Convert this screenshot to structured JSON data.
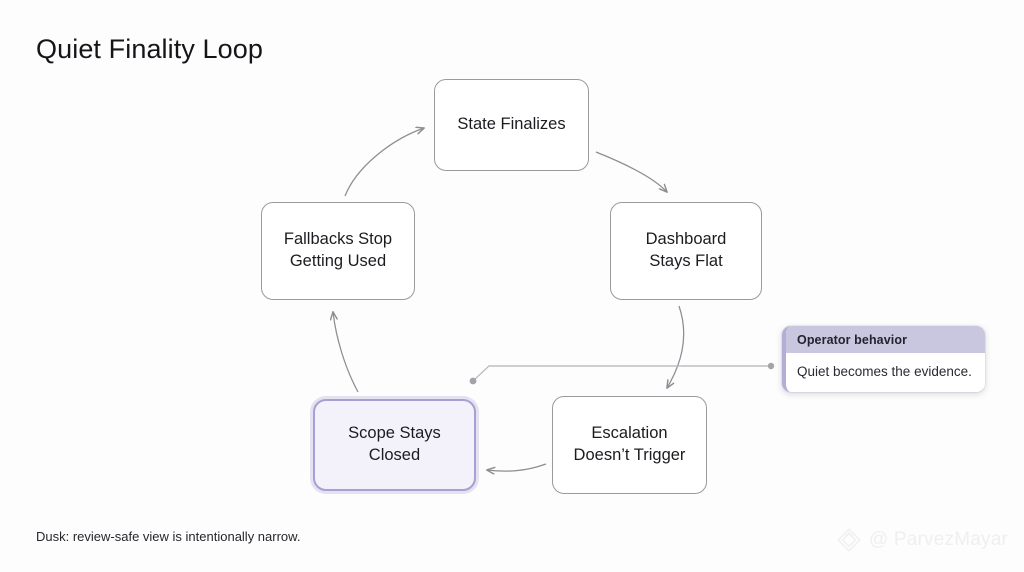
{
  "page": {
    "title": "Quiet Finality Loop",
    "caption": "Dusk: review-safe view is intentionally narrow.",
    "background_color": "#fdfdfd"
  },
  "diagram": {
    "type": "cycle-flow",
    "nodes": [
      {
        "id": "state",
        "label": "State Finalizes",
        "highlighted": false
      },
      {
        "id": "dashboard",
        "label": "Dashboard\nStays Flat",
        "highlighted": false
      },
      {
        "id": "escalation",
        "label": "Escalation\nDoesn’t Trigger",
        "highlighted": false
      },
      {
        "id": "scope",
        "label": "Scope Stays\nClosed",
        "highlighted": true
      },
      {
        "id": "fallbacks",
        "label": "Fallbacks Stop\nGetting Used",
        "highlighted": false
      }
    ],
    "edges": [
      {
        "from": "state",
        "to": "dashboard"
      },
      {
        "from": "dashboard",
        "to": "escalation"
      },
      {
        "from": "escalation",
        "to": "scope"
      },
      {
        "from": "scope",
        "to": "fallbacks"
      },
      {
        "from": "fallbacks",
        "to": "state"
      }
    ],
    "edge_color": "#8d8d92",
    "node_border_color": "#9a9a9e",
    "highlight_border_color": "#a5a1d0",
    "highlight_fill_color": "#f3f2fa"
  },
  "callout": {
    "header": "Operator behavior",
    "body": "Quiet becomes the evidence.",
    "header_color": "#c9c6e0",
    "accent_color": "#b3aed6",
    "leader_line_color": "#9c9ca3"
  },
  "watermark": {
    "handle": "@ ParvezMayar",
    "logo_icon": "diamond-logo-icon",
    "color": "#e2e2e6"
  }
}
